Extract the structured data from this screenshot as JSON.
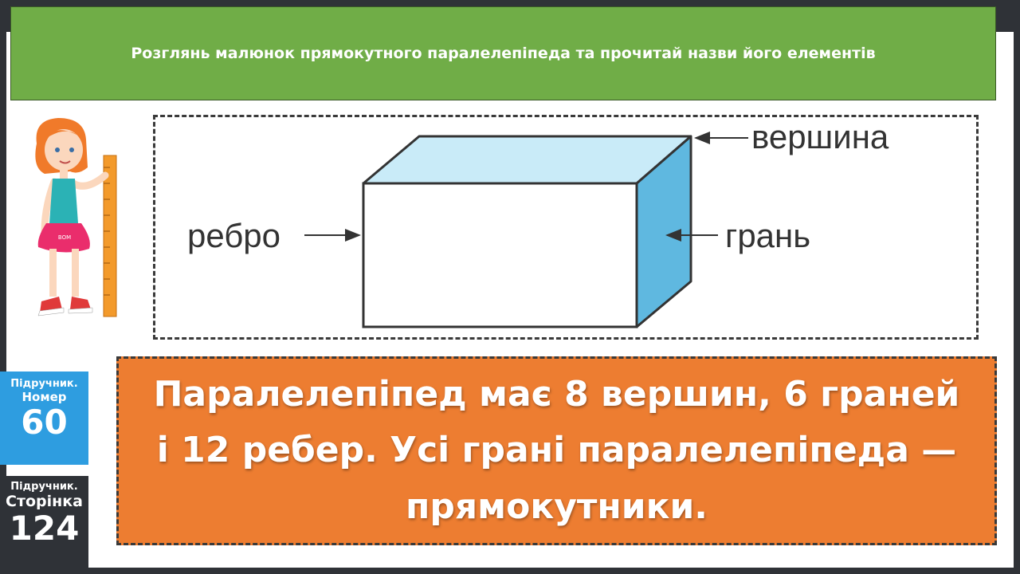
{
  "header": {
    "title": "Розглянь малюнок прямокутного паралелепіпеда та прочитай назви його елементів"
  },
  "figure": {
    "labels": {
      "vertex": "вершина",
      "edge": "ребро",
      "face": "грань"
    },
    "colors": {
      "top_face": "#c9ebf8",
      "side_face": "#5fb8e0",
      "front_face": "#ffffff"
    }
  },
  "badges": {
    "number": {
      "line1": "Підручник.",
      "line2": "Номер",
      "value": "60"
    },
    "page": {
      "line1": "Підручник.",
      "line2": "Сторінка",
      "value": "124"
    }
  },
  "fact": {
    "text": "Паралелепіпед має 8 вершин, 6 граней і 12 ребер. Усі грані паралелепіпеда — прямокутники."
  },
  "colors": {
    "header_bg": "#70ad47",
    "fact_bg": "#ed7d31",
    "number_badge_bg": "#2e9de0",
    "page_badge_bg": "#2f3237"
  }
}
